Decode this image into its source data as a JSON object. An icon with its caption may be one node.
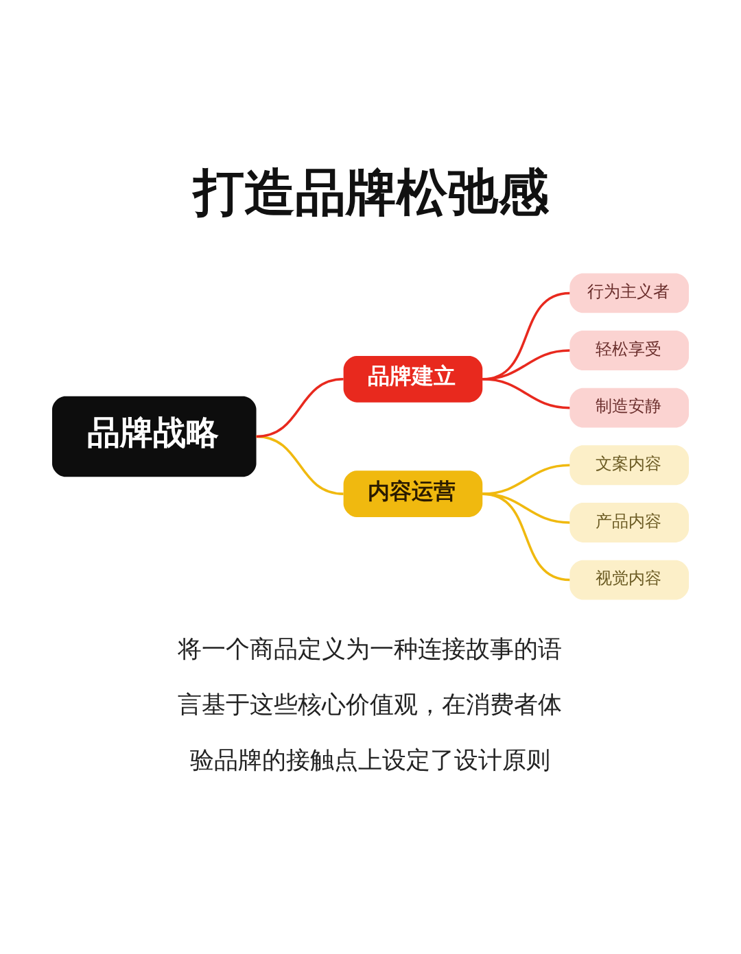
{
  "diagram": {
    "title": "打造品牌松弛感",
    "caption": "将一个商品定义为一种连接故事的语言基于这些核心价值观，在消费者体验品牌的接触点上设定了设计原则",
    "nodes": [
      {
        "text": [
          "品牌战略"
        ]
      },
      {
        "text": [
          "品牌建立"
        ]
      },
      {
        "text": [
          "行为主义者"
        ]
      },
      {
        "text": [
          "轻松享受"
        ]
      },
      {
        "text": [
          "制造安静"
        ]
      },
      {
        "text": [
          "内容运营"
        ]
      },
      {
        "text": [
          "文案内容"
        ]
      },
      {
        "text": [
          "产品内容"
        ]
      },
      {
        "text": [
          "视觉内容"
        ]
      }
    ],
    "edges": [
      {
        "from": 0,
        "to": 1,
        "arrow": "none",
        "color": "#e8291e"
      },
      {
        "from": 1,
        "to": 2,
        "arrow": "none",
        "color": "#e8291e"
      },
      {
        "from": 1,
        "to": 3,
        "arrow": "none",
        "color": "#e8291e"
      },
      {
        "from": 1,
        "to": 4,
        "arrow": "none",
        "color": "#e8291e"
      },
      {
        "from": 0,
        "to": 5,
        "arrow": "none",
        "color": "#f0b90f"
      },
      {
        "from": 5,
        "to": 6,
        "arrow": "none",
        "color": "#f0b90f"
      },
      {
        "from": 5,
        "to": 7,
        "arrow": "none",
        "color": "#f0b90f"
      },
      {
        "from": 5,
        "to": 8,
        "arrow": "none",
        "color": "#f0b90f"
      }
    ]
  }
}
